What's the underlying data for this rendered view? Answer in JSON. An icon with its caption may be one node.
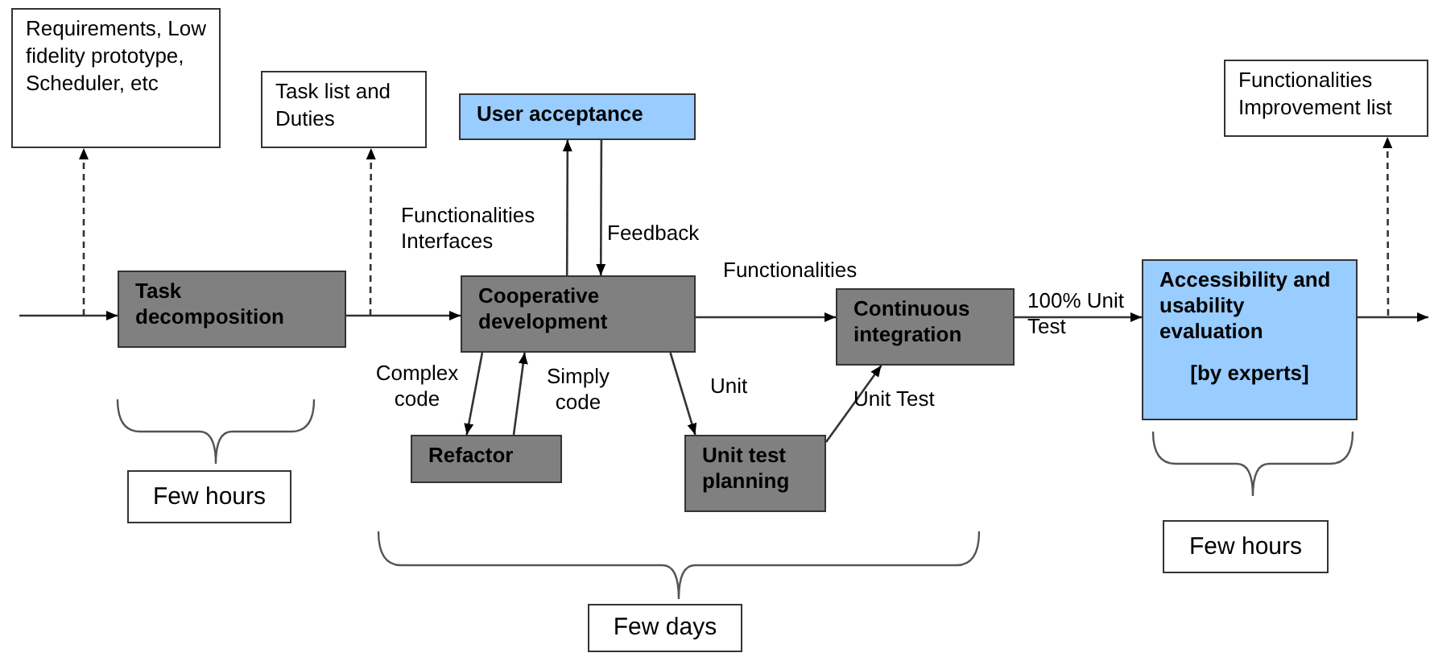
{
  "diagram": {
    "nodes": [
      {
        "text": [
          "Requirements, Low fidelity prototype, Scheduler, etc"
        ]
      },
      {
        "text": [
          "Task list and Duties"
        ]
      },
      {
        "text": [
          "User acceptance"
        ]
      },
      {
        "text": [
          "Functionalities Improvement list"
        ]
      },
      {
        "text": [
          "Task decomposition"
        ]
      },
      {
        "text": [
          "Cooperative development"
        ]
      },
      {
        "text": [
          "Continuous integration"
        ]
      },
      {
        "text": [
          "Accessibility and usability evaluation",
          "[by experts]"
        ]
      },
      {
        "text": [
          "Refactor"
        ]
      },
      {
        "text": [
          "Unit test planning"
        ]
      },
      {
        "text": [
          "Few hours"
        ]
      },
      {
        "text": [
          "Few days"
        ]
      },
      {
        "text": [
          "Few hours"
        ]
      }
    ],
    "edges": [
      {
        "from": null,
        "to": 4,
        "arrow": "to"
      },
      {
        "from": 4,
        "to": 5,
        "arrow": "to"
      },
      {
        "from": null,
        "to": 0,
        "arrow": "to",
        "style": "dashed"
      },
      {
        "from": null,
        "to": 1,
        "arrow": "to",
        "style": "dashed"
      },
      {
        "from": 5,
        "to": 2,
        "arrow": "to",
        "label": "Functionalities Interfaces"
      },
      {
        "from": 2,
        "to": 5,
        "arrow": "to",
        "label": "Feedback"
      },
      {
        "from": 5,
        "to": 6,
        "arrow": "to",
        "label": "Functionalities"
      },
      {
        "from": 6,
        "to": 7,
        "arrow": "to",
        "label": "100% Unit Test"
      },
      {
        "from": 7,
        "to": null,
        "arrow": "to"
      },
      {
        "from": null,
        "to": 3,
        "arrow": "to",
        "style": "dashed"
      },
      {
        "from": 5,
        "to": 8,
        "arrow": "to",
        "label": "Complex code"
      },
      {
        "from": 8,
        "to": 5,
        "arrow": "to",
        "label": "Simply code"
      },
      {
        "from": 5,
        "to": 9,
        "arrow": "to",
        "label": "Unit"
      },
      {
        "from": 9,
        "to": 6,
        "arrow": "to",
        "label": "Unit Test"
      }
    ]
  }
}
